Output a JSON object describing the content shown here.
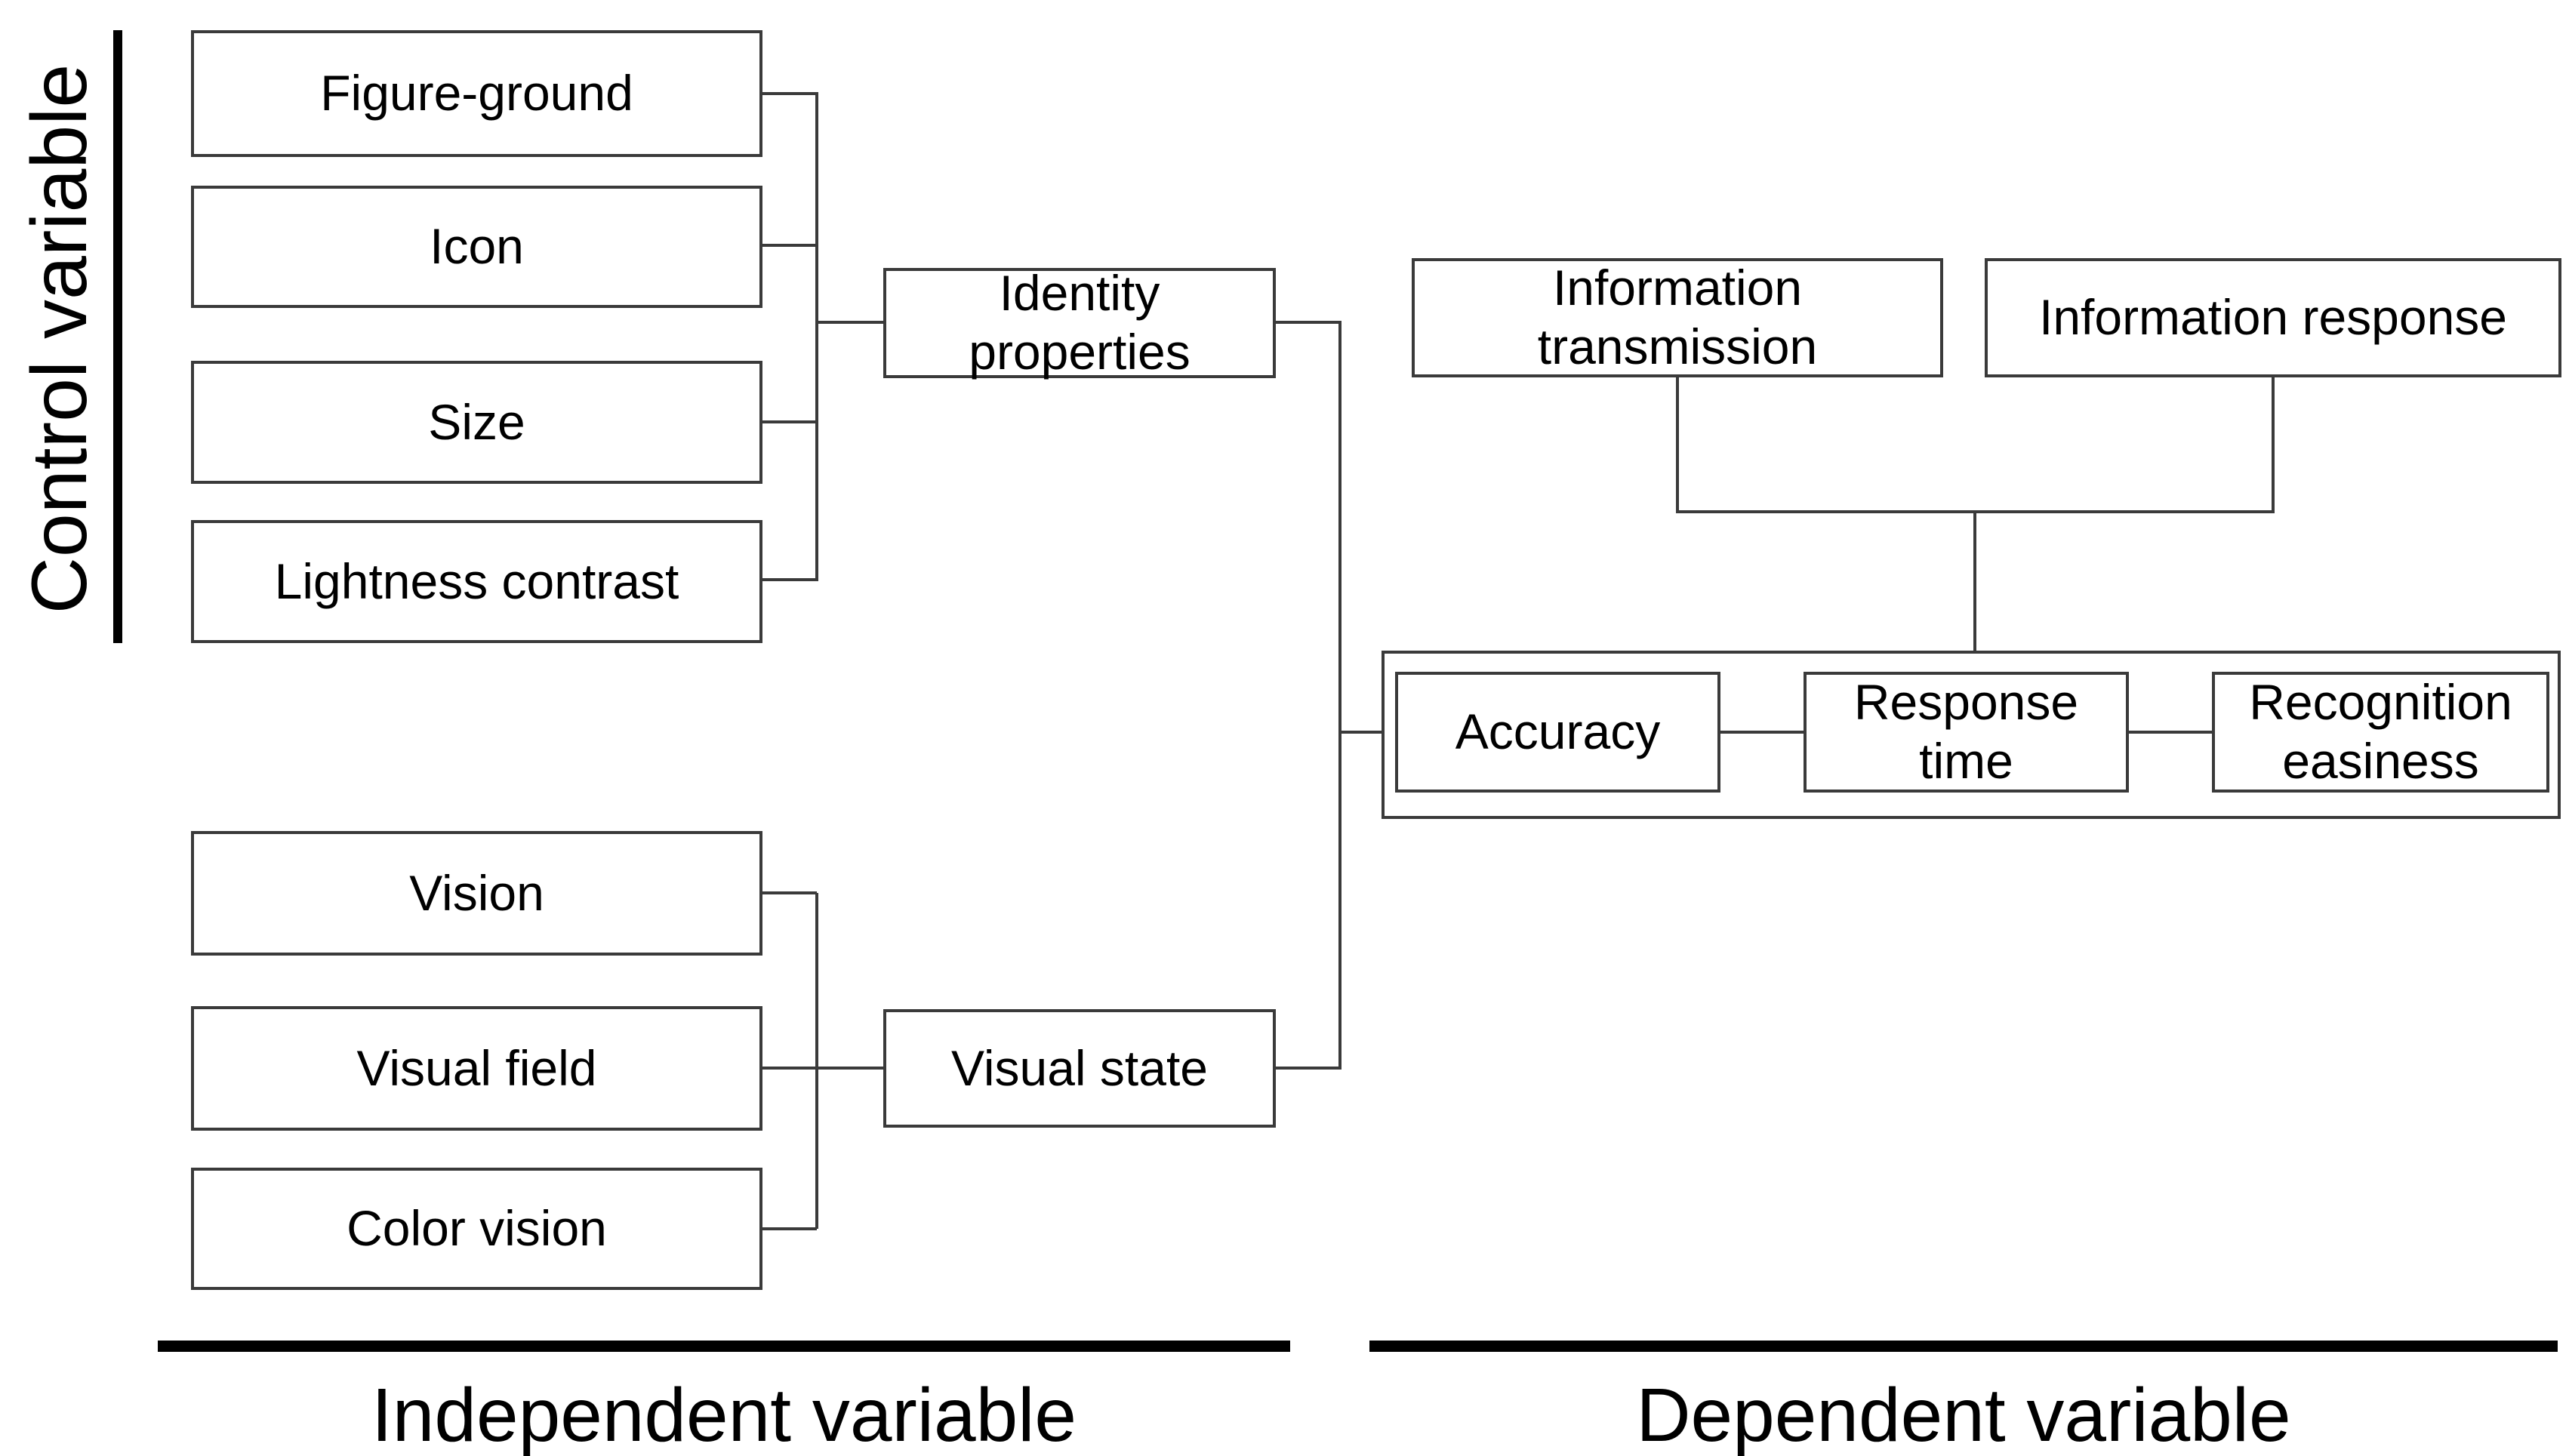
{
  "diagram": {
    "background_color": "#ffffff",
    "line_color": "#3a3a3a",
    "bar_color": "#000000",
    "nodes": {
      "figure_ground": "Figure-ground",
      "icon": "Icon",
      "size": "Size",
      "lightness_contrast": "Lightness contrast",
      "identity_properties": "Identity properties",
      "vision": "Vision",
      "visual_field": "Visual field",
      "color_vision": "Color vision",
      "visual_state": "Visual state",
      "information_transmission": "Information transmission",
      "information_response": "Information response",
      "accuracy": "Accuracy",
      "response_time": "Response time",
      "recognition_easiness": "Recognition easiness"
    },
    "labels": {
      "control_variable": "Control variable",
      "independent_variable": "Independent variable",
      "dependent_variable": "Dependent variable"
    }
  }
}
